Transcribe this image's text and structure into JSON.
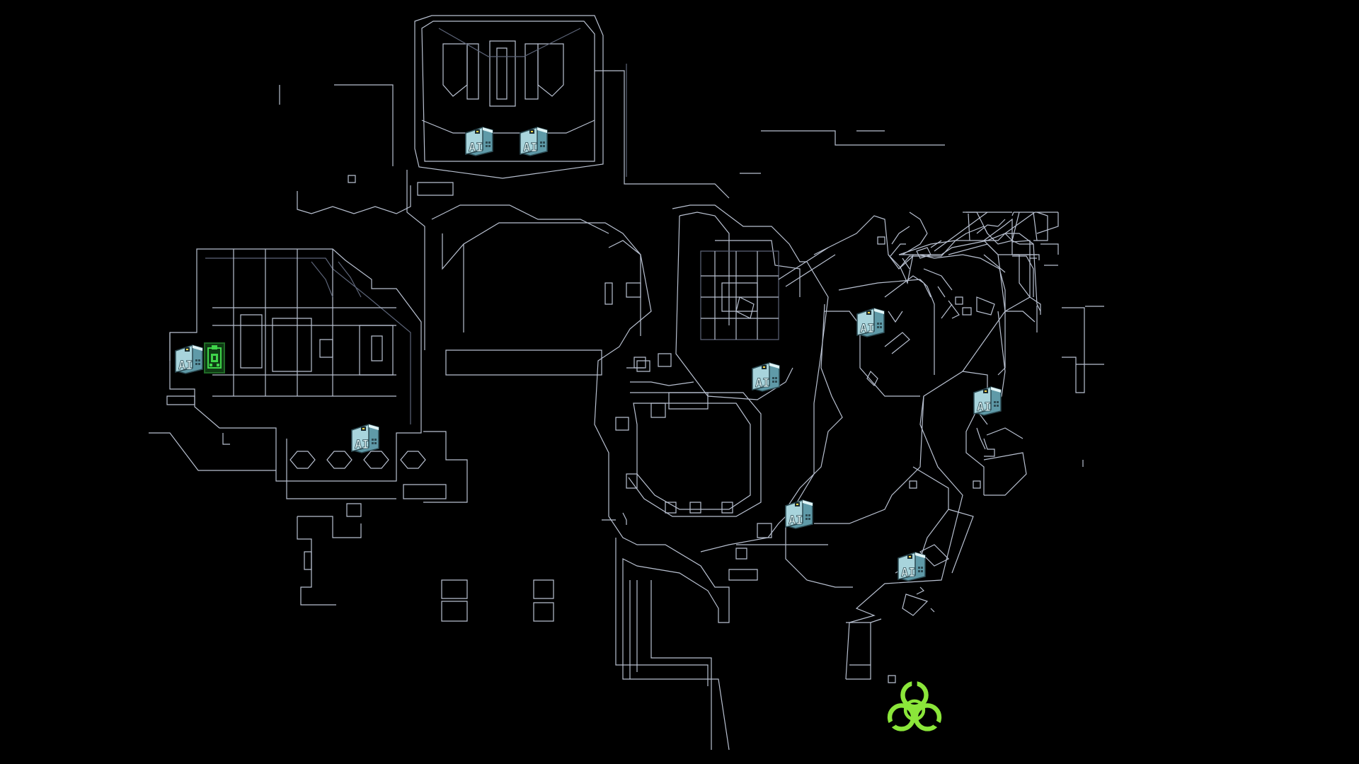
{
  "screen": {
    "type": "level-map-overview",
    "background": "#000000",
    "wall_color": "#b8c0d0",
    "wall_dim_color": "#5c6478"
  },
  "markers": {
    "icon": "ai-terminal-icon",
    "label": "AI",
    "colors": {
      "face": "#a8d4dc",
      "side": "#5f9aa8",
      "outline": "#2c4a52",
      "screen": "#1a2a2e",
      "light": "#e0f4f6",
      "led": "#ffd84a"
    },
    "items": [
      {
        "id": "ai-terminal-1",
        "location": "north-hall-left"
      },
      {
        "id": "ai-terminal-2",
        "location": "north-hall-right"
      },
      {
        "id": "ai-terminal-3",
        "location": "west-wing-entrance"
      },
      {
        "id": "ai-terminal-4",
        "location": "west-wing-south"
      },
      {
        "id": "ai-terminal-5",
        "location": "central-block"
      },
      {
        "id": "ai-terminal-6",
        "location": "east-ring-north"
      },
      {
        "id": "ai-terminal-7",
        "location": "east-wing"
      },
      {
        "id": "ai-terminal-8",
        "location": "east-ring-south"
      },
      {
        "id": "ai-terminal-9",
        "location": "southeast-corridor"
      }
    ]
  },
  "player_marker": {
    "icon": "player-marker-icon",
    "color": "#3fd44a",
    "frame_color": "#1f6a26"
  },
  "objective": {
    "icon": "biohazard-icon",
    "color": "#8be63a"
  }
}
